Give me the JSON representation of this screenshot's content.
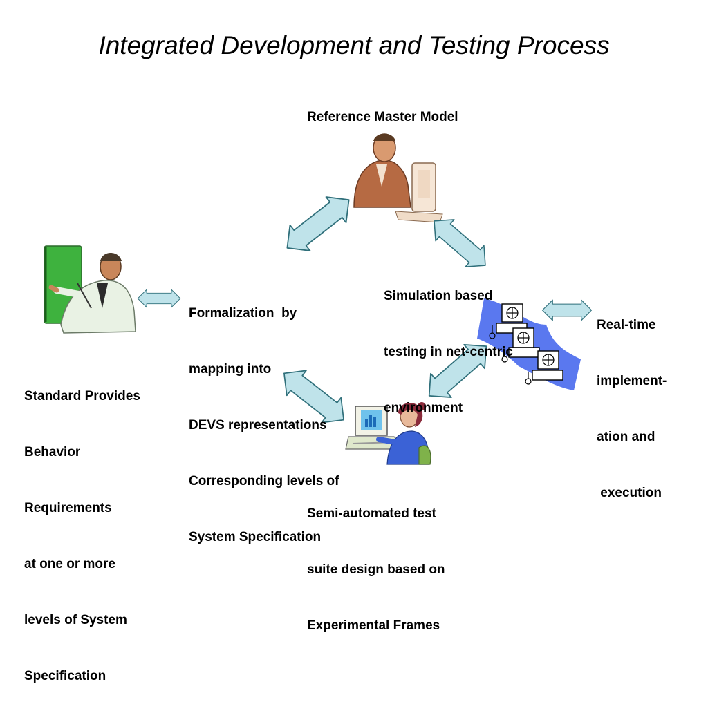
{
  "title": "Integrated Development and Testing Process",
  "labels": {
    "reference_model": "Reference Master Model",
    "simulation": [
      "Simulation based",
      "testing in net-centric",
      "environment"
    ],
    "formalization": [
      "Formalization  by",
      "mapping into",
      "DEVS representations",
      "Corresponding levels of",
      "System Specification"
    ],
    "realtime": [
      "Real-time",
      "implement-",
      "ation and",
      " execution"
    ],
    "standard": [
      "Standard Provides",
      "Behavior",
      "Requirements",
      "at one or more",
      "levels of System",
      "Specification"
    ],
    "semi_automated": [
      "Semi-automated test",
      "suite design based on",
      "Experimental Frames"
    ]
  },
  "icons": {
    "presenter": "presenter-clipart-icon",
    "computer_user": "man-at-computer-clipart-icon",
    "network": "networked-computers-clipart-icon",
    "tester": "woman-at-computer-clipart-icon",
    "arrow": "double-headed-arrow-icon"
  },
  "colors": {
    "arrow_fill": "#bfe3ea",
    "arrow_stroke": "#2f6f7a",
    "board": "#3eb23e",
    "network_wave": "#5a78ef",
    "skin": "#c9865a"
  }
}
